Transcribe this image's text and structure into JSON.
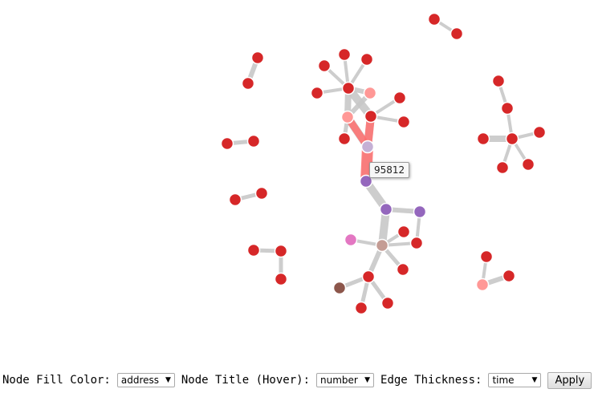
{
  "graph": {
    "tooltip": "95812",
    "colors": {
      "node_default": "#d62728",
      "node_light": "#ff9896",
      "node_purple": "#9467bd",
      "node_lavender": "#c5b0d5",
      "node_pink": "#e377c2",
      "node_brown": "#8c564b",
      "node_tan": "#c49c94",
      "edge": "#c8c8c8",
      "edge_highlight": "#ff6e6e"
    }
  },
  "controls": {
    "fill_label": "Node Fill Color:",
    "fill_value": "address",
    "title_label": "Node Title (Hover):",
    "title_value": "number",
    "thickness_label": "Edge Thickness:",
    "thickness_value": "time",
    "apply_label": "Apply"
  }
}
